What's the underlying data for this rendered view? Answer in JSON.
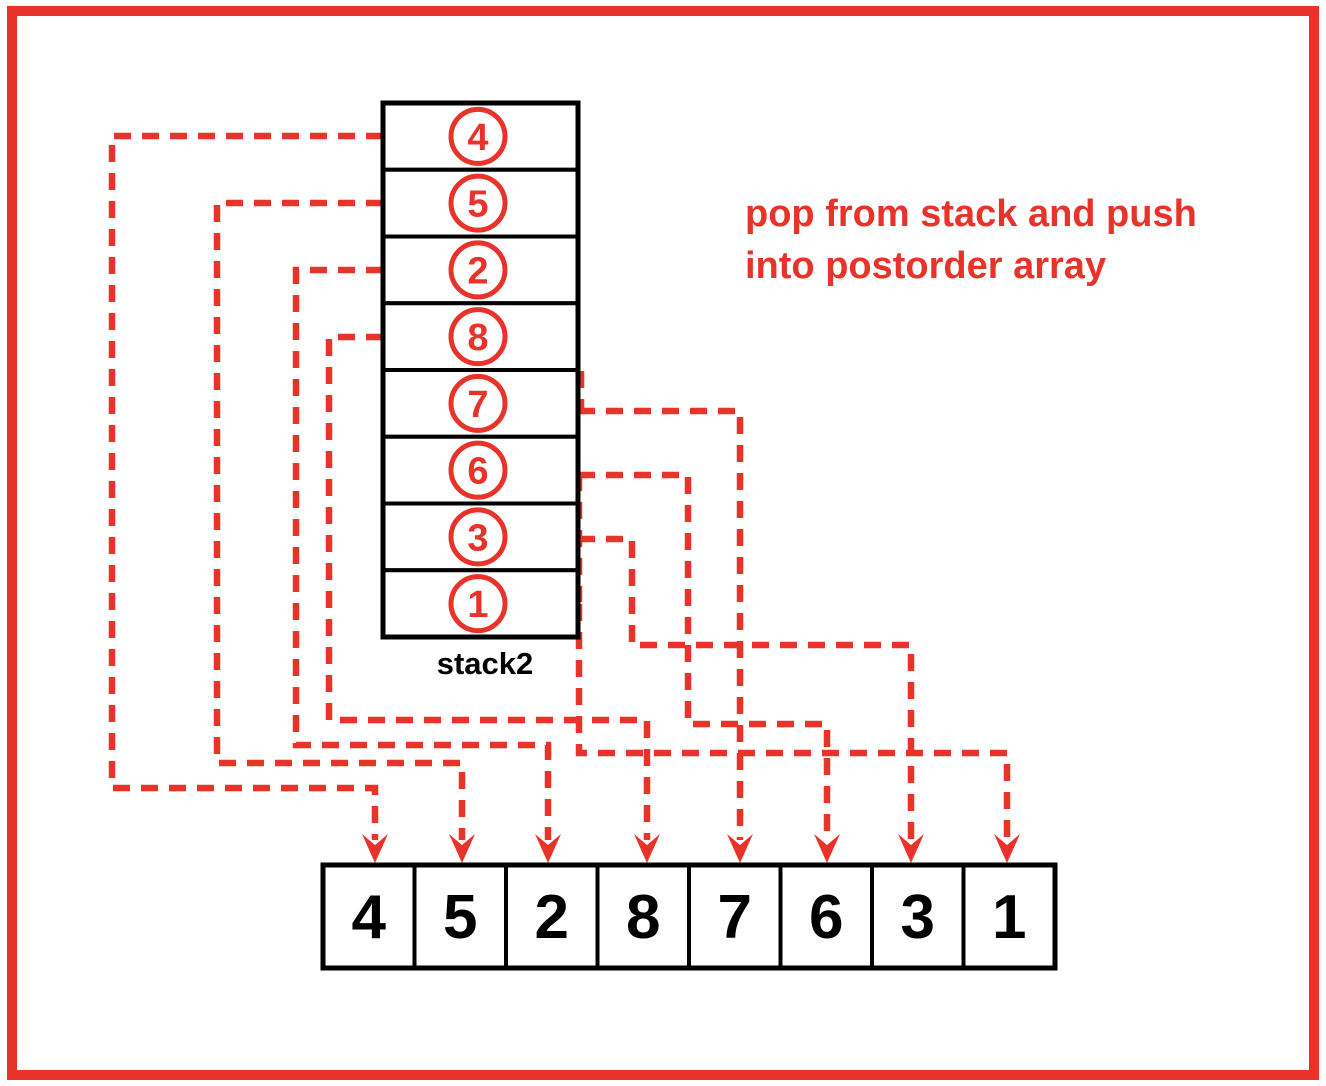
{
  "note": {
    "line1": "pop from stack and push",
    "line2": "into postorder array"
  },
  "stack": {
    "label": "stack2",
    "values_top_to_bottom": [
      4,
      5,
      2,
      8,
      7,
      6,
      3,
      1
    ]
  },
  "postorder_array": {
    "values": [
      4,
      5,
      2,
      8,
      7,
      6,
      3,
      1
    ]
  },
  "pop_order": [
    4,
    5,
    2,
    8,
    7,
    6,
    3,
    1
  ],
  "colors": {
    "red": "#e8332a",
    "black": "#000000",
    "background": "#ffffff"
  }
}
